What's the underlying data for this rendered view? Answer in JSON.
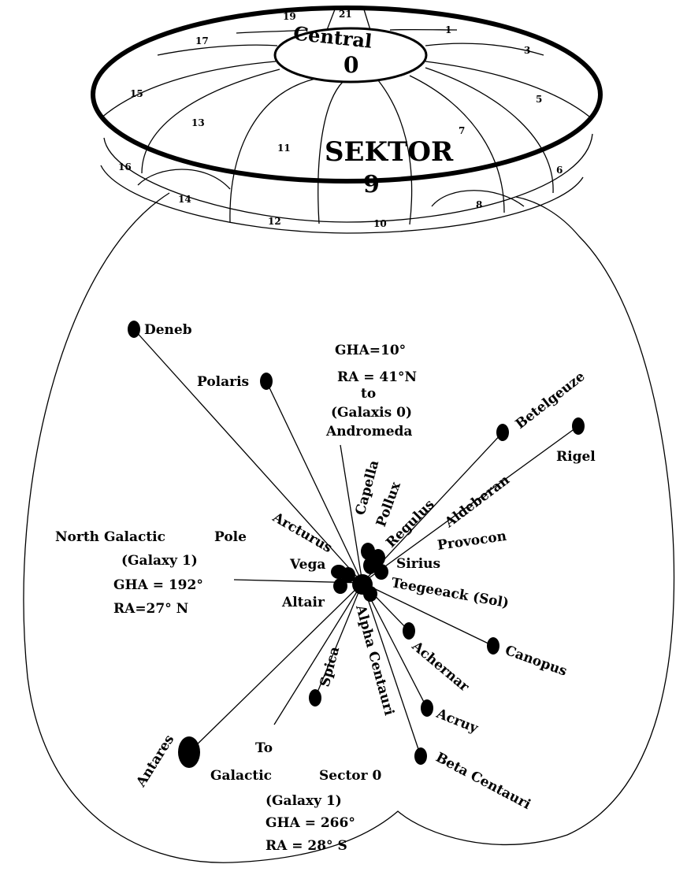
{
  "dome": {
    "top_label": "Central",
    "top_number": "0",
    "main_label": "SEKTOR",
    "main_number": "9",
    "sector_numbers": [
      "19",
      "21",
      "1",
      "3",
      "5",
      "7",
      "17",
      "15",
      "13",
      "11",
      "14",
      "12",
      "10",
      "8",
      "6",
      "16"
    ]
  },
  "galactic_directions": {
    "andromeda": [
      "GHA=10°",
      "RA = 41°N",
      "to",
      "(Galaxis 0)",
      "Andromeda"
    ],
    "north_pole": [
      "North Galactic",
      "Pole",
      "(Galaxy 1)",
      "GHA = 192°",
      "RA=27° N"
    ],
    "sector_zero": [
      "To",
      "Galactic",
      "Sector 0",
      "(Galaxy 1)",
      "GHA = 266°",
      "RA = 28° S"
    ]
  },
  "stars": [
    "Deneb",
    "Polaris",
    "Capella",
    "Pollux",
    "Betelgeuze",
    "Rigel",
    "Regulus",
    "Aldeberan",
    "Provocon",
    "Sirius",
    "Arcturus",
    "Vega",
    "Altair",
    "Teegeeack (Sol)",
    "Alpha Centauri",
    "Spica",
    "Achernar",
    "Canopus",
    "Acruy",
    "Antares",
    "Beta Centauri"
  ]
}
